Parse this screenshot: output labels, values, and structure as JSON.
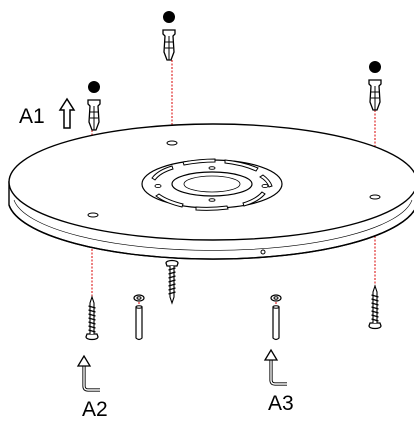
{
  "labels": {
    "a1": "A1",
    "a2": "A2",
    "a3": "A3"
  },
  "colors": {
    "line": "#000000",
    "guide": "#d90000",
    "fill": "#ffffff"
  }
}
